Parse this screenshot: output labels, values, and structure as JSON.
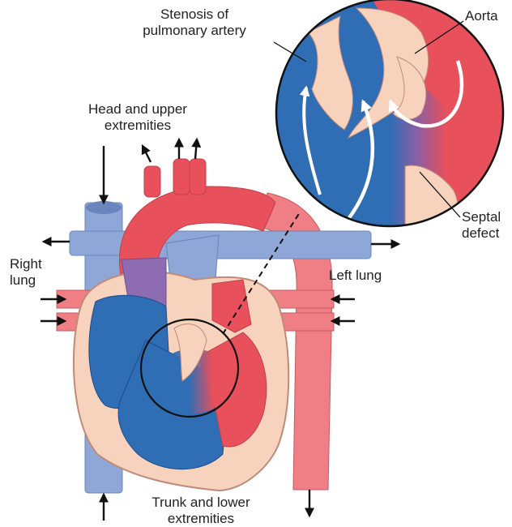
{
  "labels": {
    "stenosis_line1": "Stenosis of",
    "stenosis_line2": "pulmonary artery",
    "aorta": "Aorta",
    "head_line1": "Head and upper",
    "head_line2": "extremities",
    "right_lung_line1": "Right",
    "right_lung_line2": "lung",
    "left_lung": "Left lung",
    "septal_line1": "Septal",
    "septal_line2": "defect",
    "trunk_line1": "Trunk and lower",
    "trunk_line2": "extremities"
  },
  "colors": {
    "deoxygenated_blood": "#2f6db5",
    "oxygenated_blood": "#e8505b",
    "vessel_blue": "#8fa7d6",
    "vessel_red": "#ef7f84",
    "tissue": "#f7d3bd",
    "purple_atrium": "#8e6cb1"
  }
}
